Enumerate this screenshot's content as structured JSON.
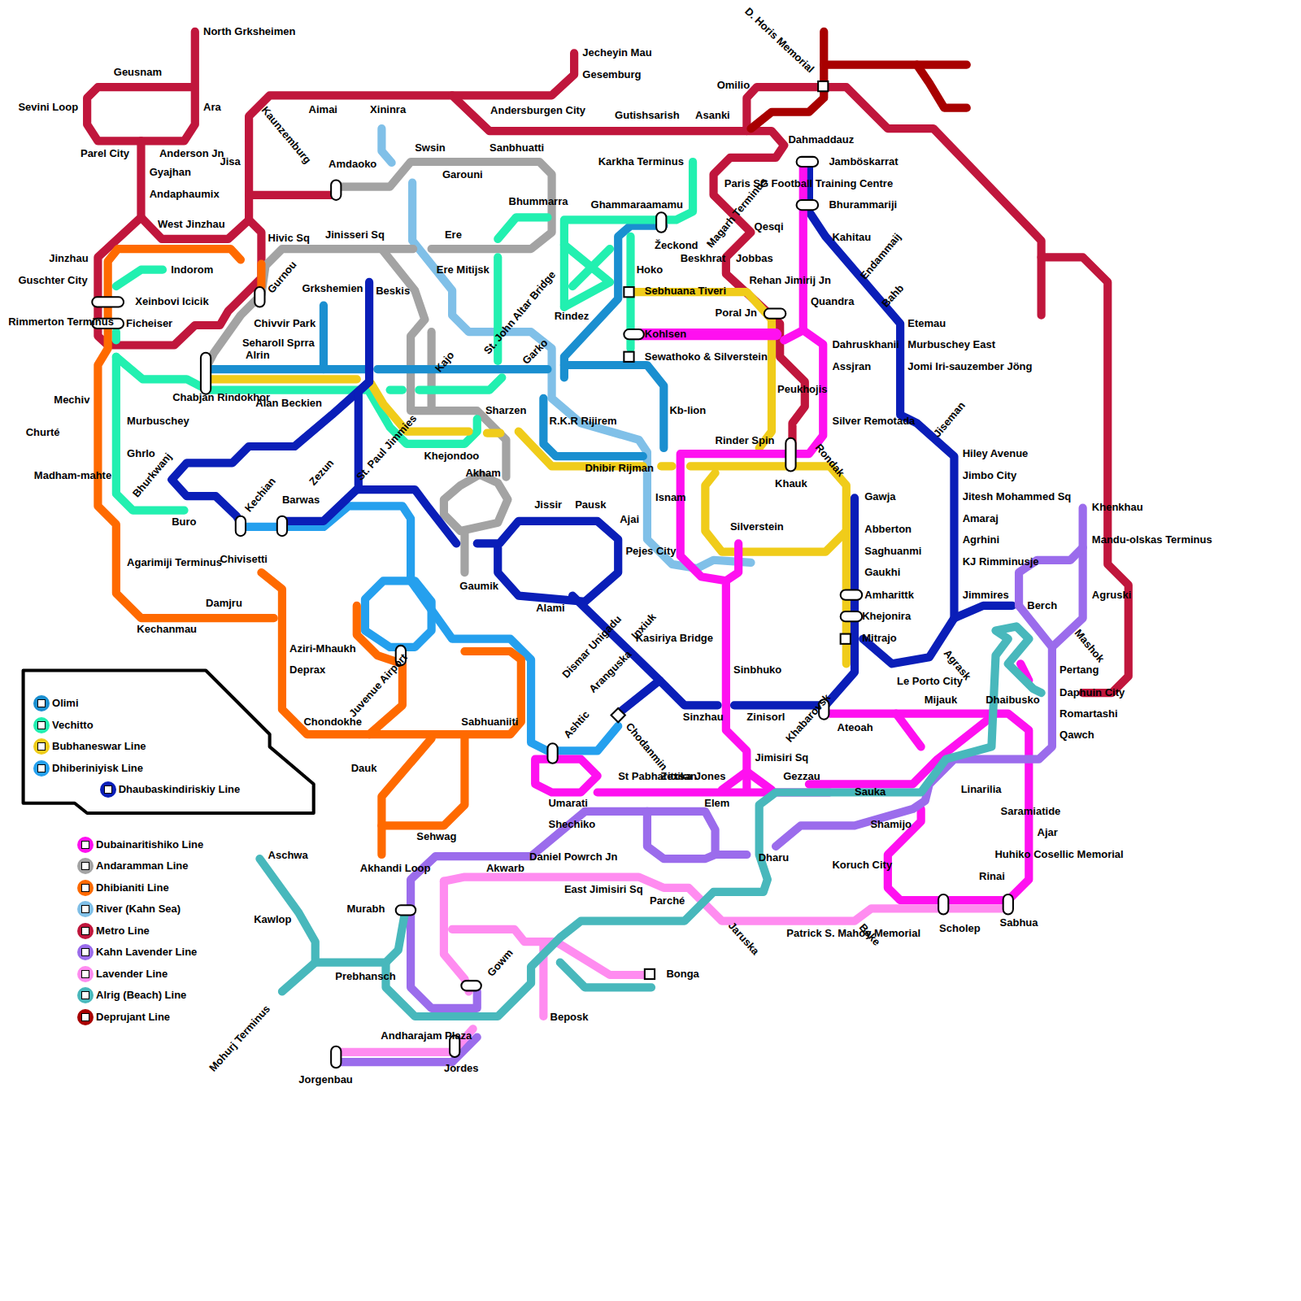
{
  "diagram": {
    "labels": [
      "North Grksheimen",
      "Geusnam",
      "Sevini Loop",
      "Ara",
      "Parel City",
      "Anderson Jn",
      "Gyajhan",
      "Andaphaumix",
      "West Jinzhau",
      "Jinzhau",
      "Guschter City",
      "Indorom",
      "Xeinbovi Icicik",
      "Ficheiser",
      "Jisa",
      "Kaunzemburg",
      "Aimai",
      "Xininra",
      "Amdaoko",
      "Hivic Sq",
      "Gurnou",
      "Jinisseri Sq",
      "Grkshemien",
      "Beskis",
      "Chivvir Park",
      "Seharoll Sprra",
      "Alrin",
      "Chabjan Rindokhor",
      "Alan Beckien",
      "Swsin",
      "Garouni",
      "Sanbhuatti",
      "Andersburgen City",
      "Jecheyin Mau",
      "Gesemburg",
      "Gutishsarish",
      "Asanki",
      "Omilio",
      "D. Horis Memorial",
      "Dahmaddauz",
      "Karkha Terminus",
      "Bhummarra",
      "Ghammaraamamu",
      "Ere",
      "Ere Mitijsk",
      "St. John Altar Bridge",
      "Rindez",
      "Žeckond",
      "Hoko",
      "Sebhuana Tiveri",
      "Kohlsen",
      "Sewathoko & Silverstein",
      "Paris SG Football Training Centre",
      "Bhurammariji",
      "Jamböskarrat",
      "Magarh Terminus",
      "Qesqi",
      "Kahitau",
      "Beskhrat",
      "Jobbas",
      "Endammaij",
      "Bahb",
      "Rehan Jimirij Jn",
      "Quandra",
      "Poral Jn",
      "Etemau",
      "Murbuschey East",
      "Jomi Iri-sauzember Jöng",
      "Dahruskhanii",
      "Assjran",
      "Peukhojis",
      "Silver Remotada",
      "Jiseman",
      "Kajo",
      "Garko",
      "Sharzen",
      "Kb-lion",
      "R.K.R Rijirem",
      "Dhibir Rijman",
      "Rinder Spin",
      "Rondak",
      "Khauk",
      "Hiley Avenue",
      "Jimbo City",
      "Jitesh Mohammed Sq",
      "Amaraj",
      "Agrhini",
      "KJ Rimminusje",
      "Jimmires",
      "Gawja",
      "Abberton",
      "Saghuanmi",
      "Gaukhi",
      "Amharittk",
      "Khejonira",
      "Mitrajo",
      "Khenkhau",
      "Mandu-olskas Terminus",
      "Agruski",
      "Berch",
      "Mashok",
      "Agrask",
      "Pertang",
      "Daphuin City",
      "Le Porto City",
      "Mijauk",
      "Dhaibusko",
      "Romartashi",
      "Qawch",
      "Mechiv",
      "Churté",
      "Murbuschey",
      "Ghrlo",
      "Madham-mahte",
      "Bhurkwanj",
      "Buro",
      "Kechian",
      "Barwas",
      "Zezun",
      "St. Paul Jimmies",
      "Khejondoo",
      "Akham",
      "Gaumik",
      "Jissir",
      "Pausk",
      "Pejes City",
      "Isnam",
      "Ajai",
      "Silverstein",
      "Alami",
      "Inxiuk",
      "Kasiriya Bridge",
      "Dismar Unigadu",
      "Aranguska",
      "Sinbhuko",
      "Chodanmin",
      "Sinzhau",
      "Zinisorl",
      "Khabarovsk",
      "Ateoah",
      "Ashtic",
      "Chivisetti",
      "Agarimiji Terminus",
      "Damjru",
      "Kechanmau",
      "Aziri-Mhaukh",
      "Deprax",
      "Juvenue Airport",
      "Chondokhe",
      "Sabhuaniiti",
      "Dauk",
      "Sehwag",
      "Akhandi Loop",
      "Jimisiri Sq",
      "St Pabharittika Jones",
      "Zexsan",
      "Umarati",
      "Elem",
      "Gezzau",
      "Sauka",
      "Linarilia",
      "Saramiatide",
      "Ajar",
      "Huhiko Cosellic Memorial",
      "Rinai",
      "Shamijo",
      "Dharu",
      "Koruch City",
      "Shechiko",
      "Daniel Powrch Jn",
      "Akwarb",
      "Aschwa",
      "East Jimisiri Sq",
      "Parché",
      "Murabh",
      "Kawlop",
      "Jaruska",
      "Patrick S. Mahoy Memorial",
      "Beke",
      "Scholep",
      "Sabhua",
      "Gowm",
      "Bonga",
      "Prebhansch",
      "Beposk",
      "Mohurj Terminus",
      "Andharajam Plaza",
      "Jordes",
      "Jorgenbau",
      "Rimmerton Terminus"
    ],
    "legend": [
      {
        "text": "Olimi",
        "color": "#1a8fd0"
      },
      {
        "text": "Vechitto",
        "color": "#22f0b0"
      },
      {
        "text": "Bubhaneswar Line",
        "color": "#f0cc1a"
      },
      {
        "text": "Dhiberiniyisk Line",
        "color": "#25a0ee"
      },
      {
        "text": "Dhaubaskindiriskiy Line",
        "color": "#0a1eb8"
      },
      {
        "text": "Dubainaritishiko Line",
        "color": "#ff10f0"
      },
      {
        "text": "Andaramman Line",
        "color": "#a3a3a3"
      },
      {
        "text": "Dhibianiti Line",
        "color": "#ff6a00"
      },
      {
        "text": "River (Kahn Sea)",
        "color": "#80c0e8"
      },
      {
        "text": "Metro Line",
        "color": "#c0163c"
      },
      {
        "text": "Kahn Lavender Line",
        "color": "#9b6cec"
      },
      {
        "text": "Lavender Line",
        "color": "#ff8cf0"
      },
      {
        "text": "Alrig (Beach) Line",
        "color": "#48b8bc"
      },
      {
        "text": "Deprujant Line",
        "color": "#a80000"
      }
    ]
  }
}
